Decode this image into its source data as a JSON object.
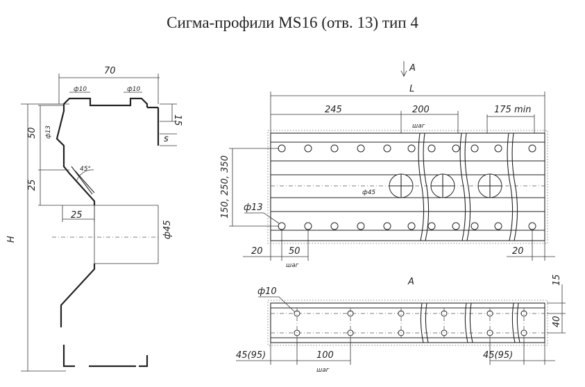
{
  "title": "Сигма-профили MS16 (отв. 13) тип 4",
  "profile": {
    "dim_width": "70",
    "dim_hole_left": "ф10",
    "dim_hole_right": "ф10",
    "dim_flange": "15",
    "dim_s": "s",
    "dim_50": "50",
    "dim_13": "ф13",
    "dim_angle": "45°",
    "dim_25_vertical": "25",
    "dim_25_horizontal": "25",
    "dim_45": "ф45",
    "dim_H": "H"
  },
  "side_view": {
    "section_arrow": "A",
    "dim_L": "L",
    "dim_245": "245",
    "dim_200": "200",
    "dim_175": "175 min",
    "step_top": "шаг",
    "dim_hole45": "ф45",
    "dim_vertical": "150, 250, 350",
    "dim_hole13": "ф13",
    "dim_20_left": "20",
    "dim_50": "50",
    "step_bottom": "шаг",
    "dim_20_right": "20"
  },
  "view_a": {
    "label": "A",
    "dim_hole10": "ф10",
    "dim_15": "15",
    "dim_40": "40",
    "dim_45_95_left": "45(95)",
    "dim_100": "100",
    "step": "шаг",
    "dim_45_95_right": "45(95)"
  }
}
